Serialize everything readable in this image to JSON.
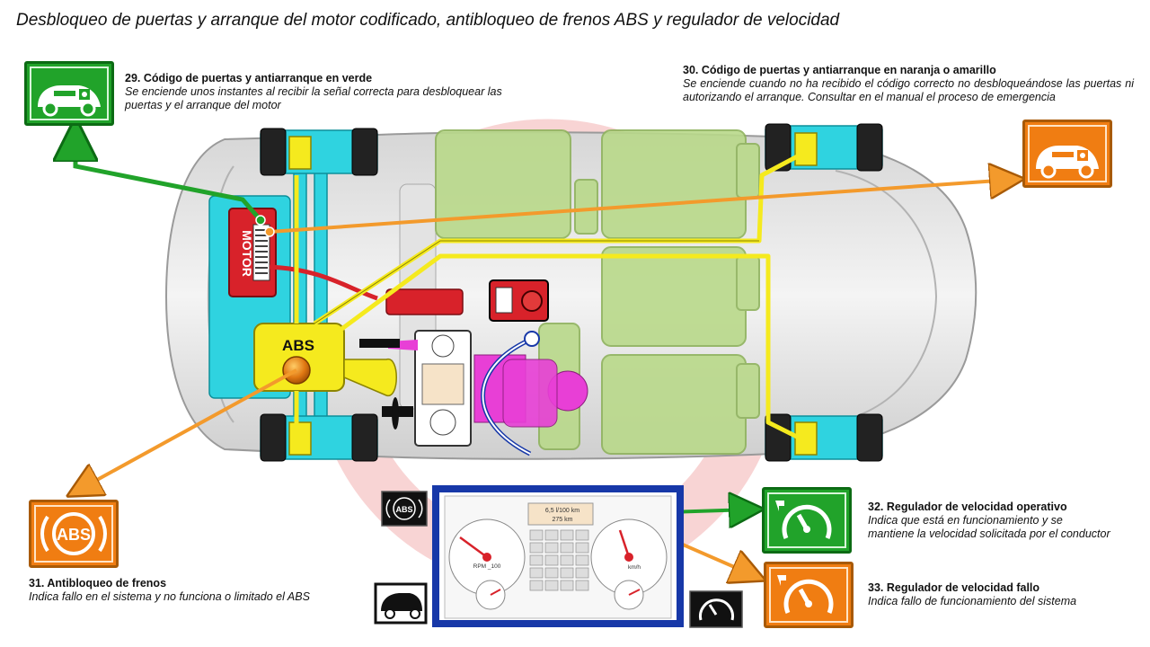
{
  "title": "Desbloqueo de puertas y arranque del motor codificado, antibloqueo de  frenos ABS y regulador de velocidad",
  "captions": {
    "c29": {
      "heading": "29. Código de puertas y antiarranque en verde",
      "desc": "Se enciende unos instantes al recibir la señal correcta para desbloquear las puertas y el arranque del motor"
    },
    "c30": {
      "heading": "30. Código de puertas y antiarranque en naranja o amarillo",
      "desc": "Se enciende cuando no ha recibido el código correcto no desbloqueándose las puertas ni autorizando el arranque. Consultar en el manual el proceso de emergencia"
    },
    "c31": {
      "heading": "31. Antibloqueo de frenos",
      "desc": "Indica fallo en el sistema y no funciona o limitado el ABS"
    },
    "c32": {
      "heading": "32. Regulador de velocidad operativo",
      "desc": "Indica que está en funcionamiento y se mantiene la velocidad solicitada por el conductor"
    },
    "c33": {
      "heading": "33. Regulador de velocidad fallo",
      "desc": "Indica fallo de funcionamiento del sistema"
    }
  },
  "diagram_labels": {
    "motor": "MOTOR",
    "abs_unit": "ABS",
    "lamp_abs": "ABS",
    "small_abs": "ABS",
    "display_line1": "6,5 l/100 km",
    "display_line2": "275 km",
    "rpm_label": "RPM _100",
    "kmh_label": "km/h"
  },
  "colors": {
    "green": "#21a32a",
    "orange": "#f07d12",
    "yellow": "#f5ea1e",
    "cyan": "#2fd3e0",
    "red": "#d8222a",
    "magenta": "#e83fd6",
    "blue_frame": "#1738a8",
    "seat_green": "#b9d98a"
  },
  "icons": [
    "immobilizer-key-car-icon",
    "abs-warning-icon",
    "cruise-control-icon",
    "speedometer-cluster"
  ]
}
